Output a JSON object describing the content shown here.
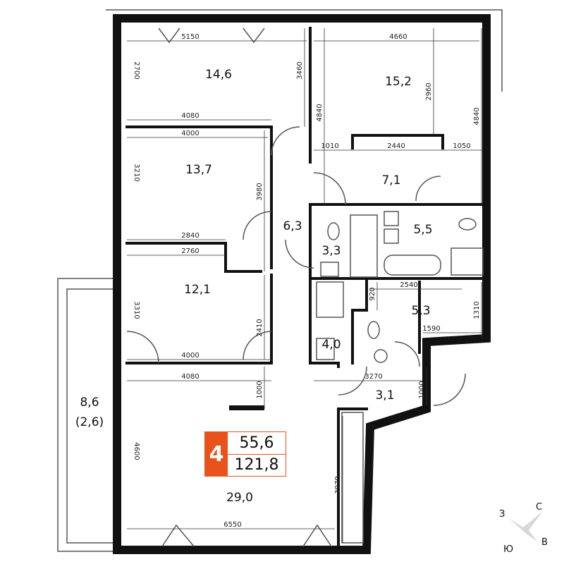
{
  "rooms": [
    "14,6",
    "15,2",
    "13,7",
    "7,1",
    "6,3",
    "5,5",
    "3,3",
    "12,1",
    "5,3",
    "4,0",
    "3,1",
    "8,6",
    "(2,6)",
    "29,0"
  ],
  "dimensions": [
    "5150",
    "4660",
    "2700",
    "3460",
    "2960",
    "4840",
    "4840",
    "4080",
    "4000",
    "1010",
    "2440",
    "1050",
    "3210",
    "3980",
    "2840",
    "2760",
    "920",
    "2540",
    "1310",
    "3310",
    "2410",
    "1590",
    "4000",
    "4080",
    "3270",
    "1000",
    "1000",
    "4600",
    "3070",
    "6550"
  ],
  "badge": {
    "rooms_count": "4",
    "living_area": "55,6",
    "total_area": "121,8",
    "accent": "#e8531c"
  },
  "compass": {
    "north": "С",
    "south": "Ю",
    "east": "В",
    "west": "З"
  }
}
